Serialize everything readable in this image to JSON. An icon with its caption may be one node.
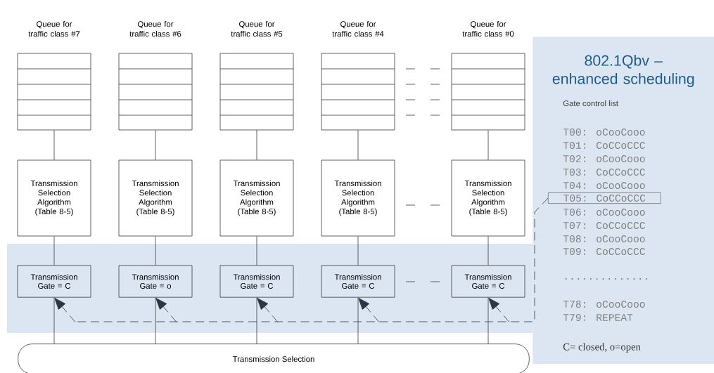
{
  "diagram": {
    "nodes": [
      {
        "text": [
          "Queue for traffic class #7"
        ]
      },
      {
        "text": [
          "Queue for traffic class #6"
        ]
      },
      {
        "text": [
          "Queue for traffic class #5"
        ]
      },
      {
        "text": [
          "Queue for traffic class #4"
        ]
      },
      {
        "text": [
          "Queue for traffic class #0"
        ]
      },
      {
        "text": [
          "Transmission Selection Algorithm (Table 8-5)"
        ]
      },
      {
        "text": [
          "Transmission Selection Algorithm (Table 8-5)"
        ]
      },
      {
        "text": [
          "Transmission Selection Algorithm (Table 8-5)"
        ]
      },
      {
        "text": [
          "Transmission Selection Algorithm (Table 8-5)"
        ]
      },
      {
        "text": [
          "Transmission Selection Algorithm (Table 8-5)"
        ]
      },
      {
        "text": [
          "Transmission Gate = C"
        ]
      },
      {
        "text": [
          "Transmission Gate = o"
        ]
      },
      {
        "text": [
          "Transmission Gate = C"
        ]
      },
      {
        "text": [
          "Transmission Gate = C"
        ]
      },
      {
        "text": [
          "Transmission Gate = C"
        ]
      },
      {
        "text": [
          "Transmission Selection"
        ]
      },
      {
        "text": [
          "802.1Qbv – enhanced scheduling"
        ]
      },
      {
        "text": [
          "T05: CoCCoCCC"
        ],
        "in": 16
      }
    ],
    "edges": [
      {
        "from": 0,
        "to": 5,
        "arrow": "none"
      },
      {
        "from": 1,
        "to": 6,
        "arrow": "none"
      },
      {
        "from": 2,
        "to": 7,
        "arrow": "none"
      },
      {
        "from": 3,
        "to": 8,
        "arrow": "none"
      },
      {
        "from": 4,
        "to": 9,
        "arrow": "none"
      },
      {
        "from": 5,
        "to": 10,
        "arrow": "none"
      },
      {
        "from": 6,
        "to": 11,
        "arrow": "none"
      },
      {
        "from": 7,
        "to": 12,
        "arrow": "none"
      },
      {
        "from": 8,
        "to": 13,
        "arrow": "none"
      },
      {
        "from": 9,
        "to": 14,
        "arrow": "none"
      },
      {
        "from": 10,
        "to": 15,
        "arrow": "none"
      },
      {
        "from": 11,
        "to": 15,
        "arrow": "none"
      },
      {
        "from": 12,
        "to": 15,
        "arrow": "none"
      },
      {
        "from": 13,
        "to": 15,
        "arrow": "none"
      },
      {
        "from": 14,
        "to": 15,
        "arrow": "none"
      },
      {
        "from": 17,
        "to": 10,
        "arrow": "to",
        "style": "dashed"
      },
      {
        "from": 17,
        "to": 11,
        "arrow": "to",
        "style": "dashed"
      },
      {
        "from": 17,
        "to": 12,
        "arrow": "to",
        "style": "dashed"
      },
      {
        "from": 17,
        "to": 13,
        "arrow": "to",
        "style": "dashed"
      },
      {
        "from": 17,
        "to": 14,
        "arrow": "to",
        "style": "dashed"
      }
    ],
    "labels": [
      "Gate control list",
      "T00: oCooCooo",
      "T01: CoCCoCCC",
      "T02: oCooCooo",
      "T03: CoCCoCCC",
      "T04: oCooCooo",
      "T06: oCooCooo",
      "T07: CoCCoCCC",
      "T08: oCooCooo",
      "T09: CoCCoCCC",
      "..............",
      "T78: oCooCooo",
      "T79: REPEAT",
      "C= closed, o=open"
    ]
  }
}
